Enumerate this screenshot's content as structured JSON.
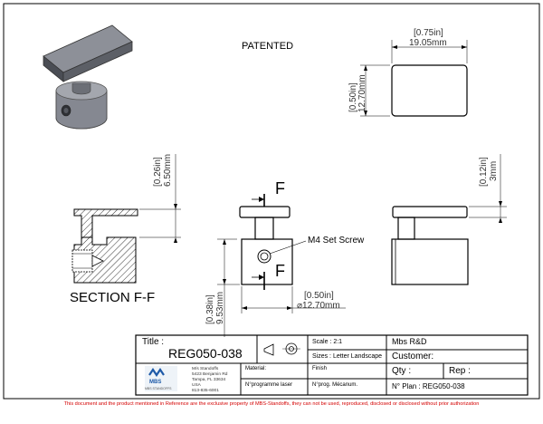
{
  "drawing": {
    "patented": "PATENTED",
    "section_title": "SECTION F-F",
    "section_mark": "F",
    "callout_set_screw": "M4 Set Screw"
  },
  "dims": {
    "top_width_in": "0.75in",
    "top_width_mm": "19.05mm",
    "top_height_in": "0.50in",
    "top_height_mm": "12.70mm",
    "section_height_in": "0.26in",
    "section_height_mm": "6.50mm",
    "side_height_in": "0.12in",
    "side_height_mm": "3mm",
    "front_height_in": "0.38in",
    "front_height_mm": "9.53mm",
    "front_dia_in": "0.50in",
    "front_dia_mm": "⌀12.70mm"
  },
  "title_block": {
    "title_label": "Title :",
    "title_value": "REG050-038",
    "scale": "Scale : 2:1",
    "company": "Mbs R&D",
    "sizes": "Sizes : Letter Landscape",
    "customer": "Customer:",
    "material": "Material:",
    "finish": "Finish",
    "qty": "Qty :",
    "rep": "Rep :",
    "laser_program": "N°programme laser",
    "mech_program": "N°prog. Mécanum.",
    "plan_no": "N° Plan : REG050-038",
    "logo_text": "MBS",
    "logo_sub": "MBS STANDOFFS",
    "address": [
      "M/s Standoffs",
      "5423 Benjamin Rd",
      "Tampa, FL 33634",
      "USA",
      "813-835-6001"
    ]
  },
  "disclaimer": "This document and the product mentioned in Reference are the exclusive property of MBS-Standoffs, they can not be used, reproduced, disclosed or disclosed without prior authorization"
}
